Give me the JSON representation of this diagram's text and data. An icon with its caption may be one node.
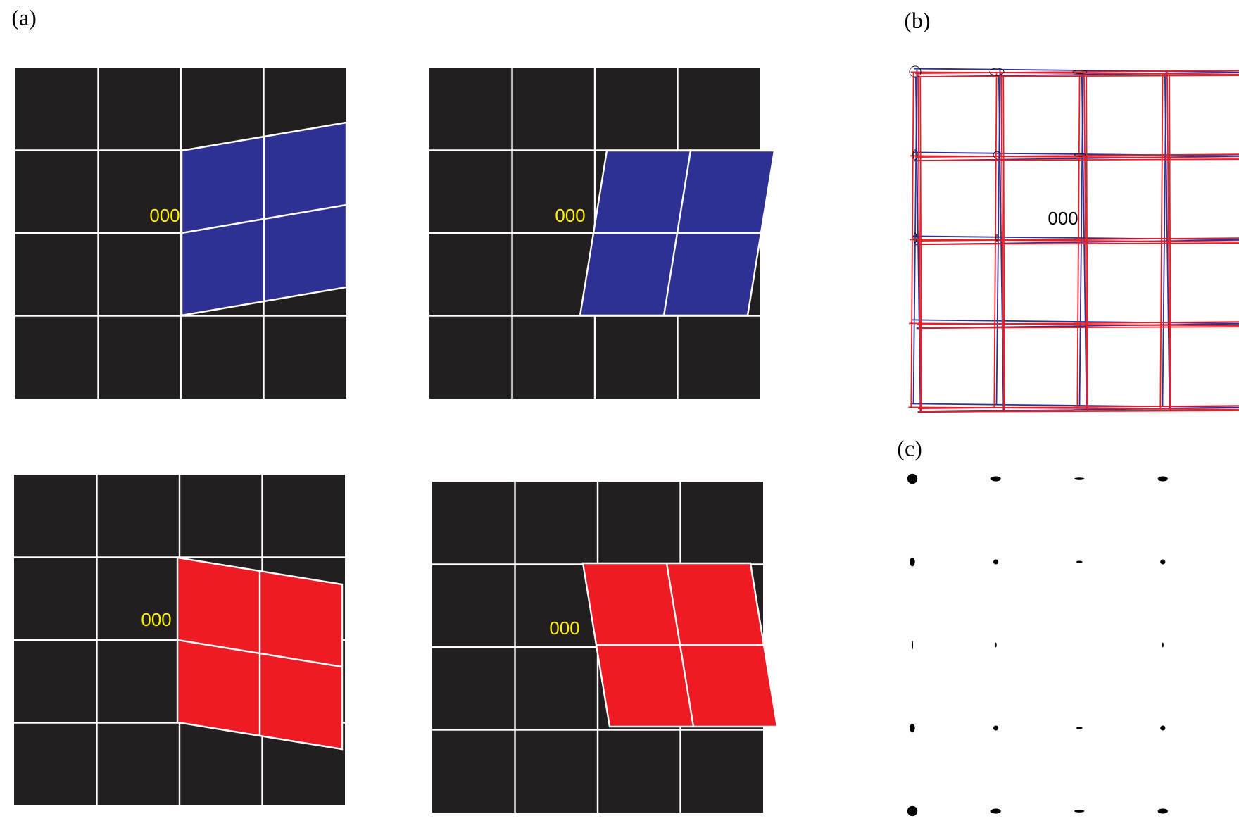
{
  "diagram": {
    "labels": [
      "(a)",
      "(b)",
      "000",
      "000",
      "000",
      "000",
      "000",
      "(c)"
    ]
  }
}
